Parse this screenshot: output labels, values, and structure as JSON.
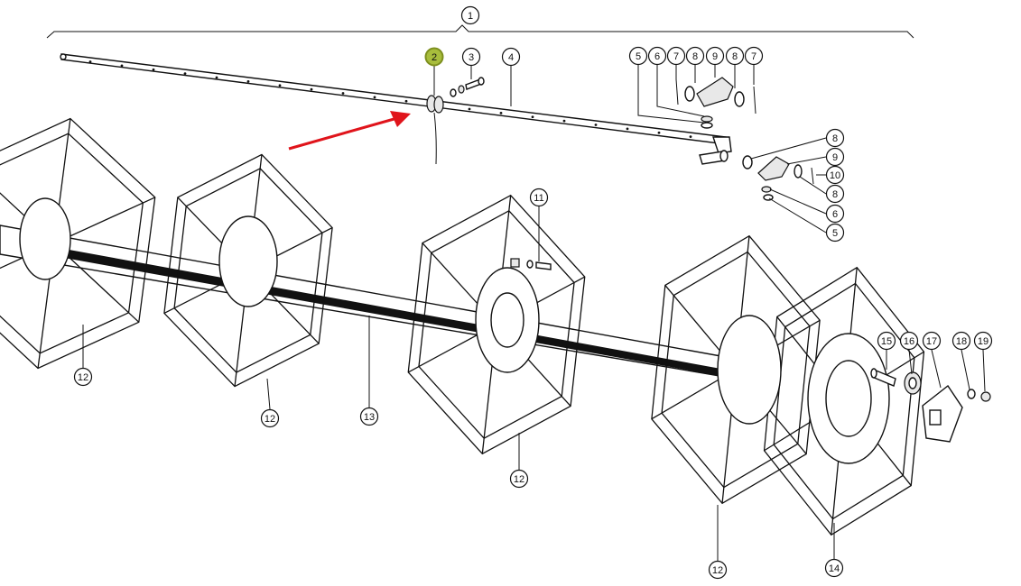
{
  "callouts": {
    "c1": "1",
    "c2": "2",
    "c3": "3",
    "c4": "4",
    "c5a": "5",
    "c6a": "6",
    "c7a": "7",
    "c8a": "8",
    "c9a": "9",
    "c8b": "8",
    "c7b": "7",
    "c8c": "8",
    "c9b": "9",
    "c10": "10",
    "c8d": "8",
    "c6b": "6",
    "c5b": "5",
    "c11": "11",
    "c12a": "12",
    "c12b": "12",
    "c12c": "12",
    "c12d": "12",
    "c13": "13",
    "c14": "14",
    "c15": "15",
    "c16": "16",
    "c17": "17",
    "c18": "18",
    "c19": "19"
  },
  "colors": {
    "highlight": "#a8bd3c",
    "arrow": "#e0141b",
    "line": "#111111"
  }
}
